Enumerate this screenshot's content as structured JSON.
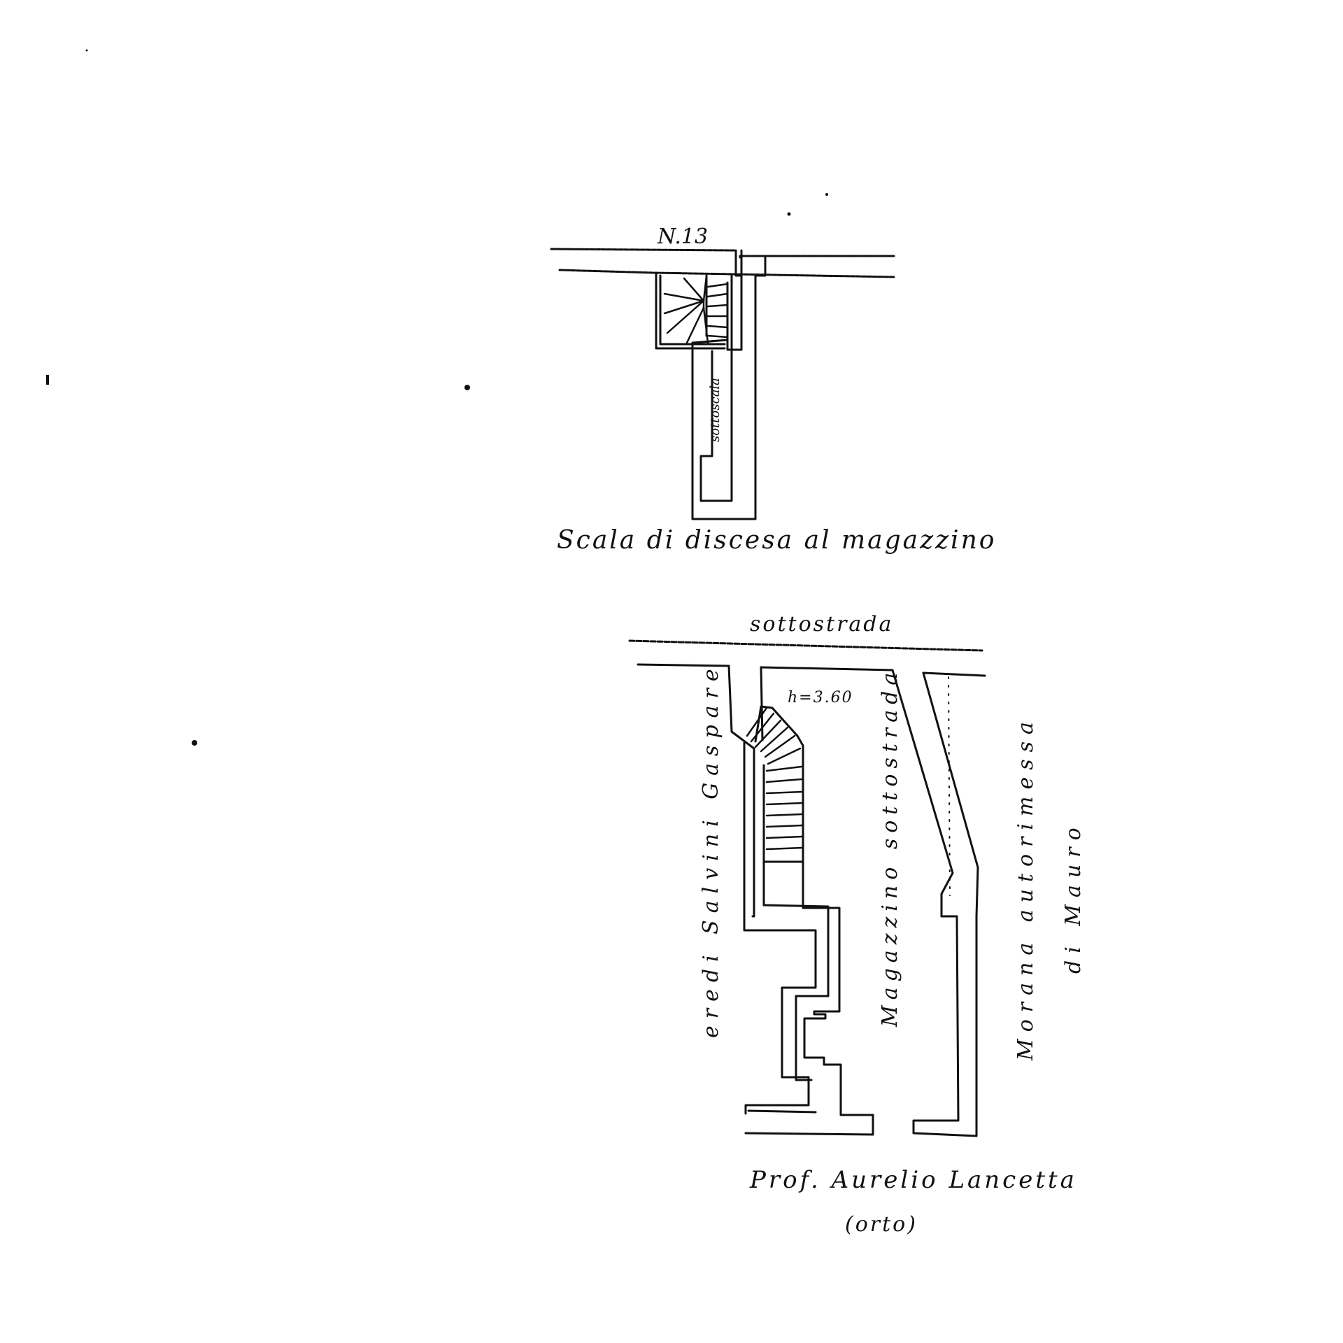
{
  "top_plan": {
    "number_label": "N.13",
    "vertical_label": "sottoscala",
    "caption": "Scala di discesa al magazzino"
  },
  "bottom_plan": {
    "street_label": "sottostrada",
    "height_label": "h=3.60",
    "left_owner_label": "eredi Salvini Gaspare",
    "store_label": "Magazzino sottostrada",
    "right_owner_label_1": "Morana autorimessa",
    "right_owner_label_2": "di Mauro",
    "bottom_owner_label": "Prof. Aurelio Lancetta",
    "bottom_owner_note": "(orto)"
  },
  "colors": {
    "ink": "#111111",
    "paper": "#ffffff"
  }
}
